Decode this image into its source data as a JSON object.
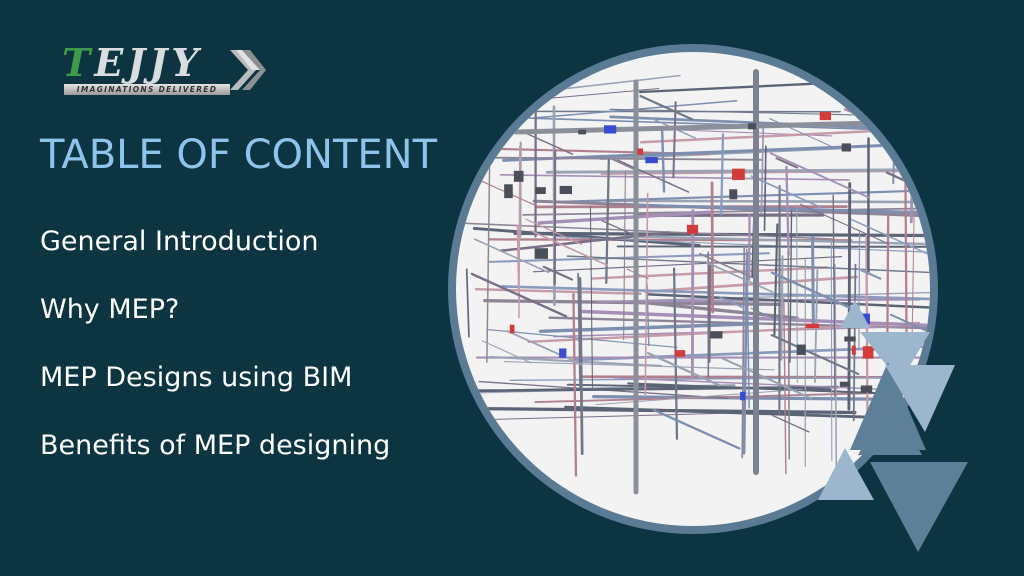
{
  "logo": {
    "wordmark_first": "T",
    "wordmark_rest": "EJJY",
    "tagline": "IMAGINATIONS DELIVERED"
  },
  "title": "TABLE OF CONTENT",
  "items": [
    "General Introduction",
    "Why MEP?",
    "MEP Designs using BIM",
    "Benefits of MEP designing"
  ],
  "image": {
    "subject": "MEP piping 3D model"
  },
  "colors": {
    "background": "#0c3541",
    "title": "#8ec3ec",
    "text": "#ffffff",
    "ring": "#5a7b93",
    "triangle_light": "#9cb6cd",
    "triangle_dark": "#5e7f98"
  }
}
